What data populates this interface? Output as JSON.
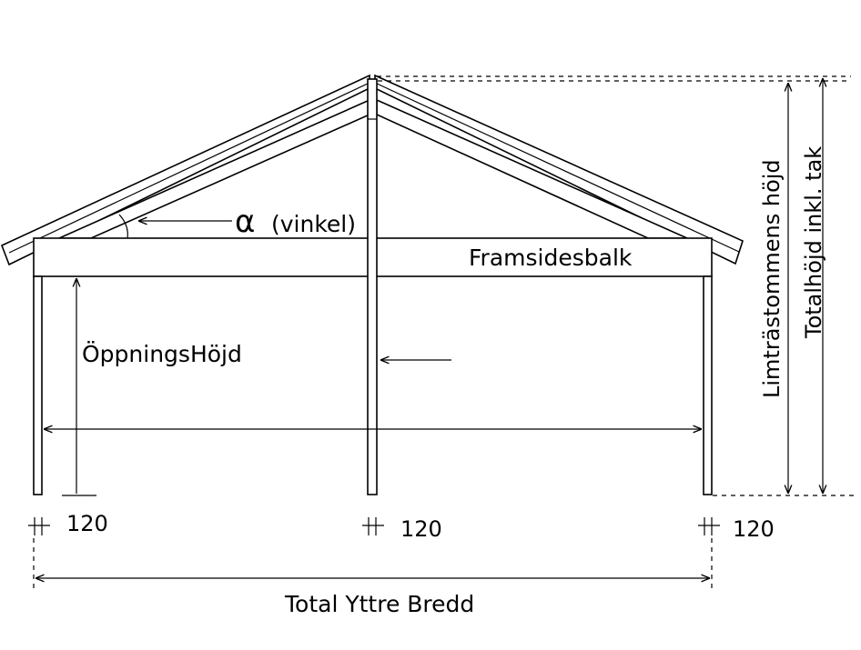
{
  "labels": {
    "angle_symbol": "α",
    "angle_text": "(vinkel)",
    "front_beam": "Framsidesbalk",
    "opening_height": "ÖppningsHöjd",
    "wall_plate_height": "Limträstommens höjd",
    "total_height": "Totalhöjd inkl. tak",
    "total_width": "Total Yttre Bredd"
  },
  "post_dimensions": {
    "left": "120",
    "center": "120",
    "right": "120"
  }
}
